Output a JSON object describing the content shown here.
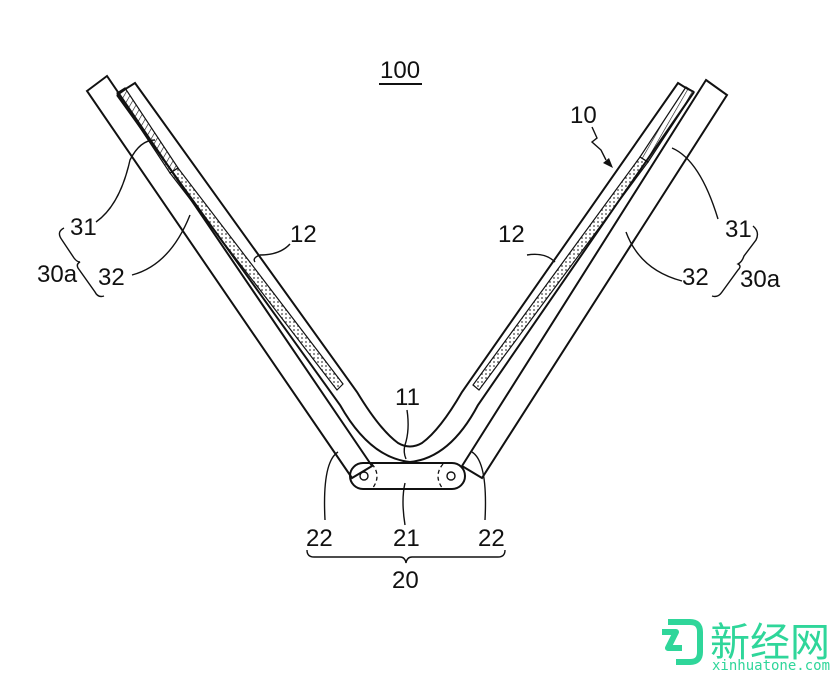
{
  "figure": {
    "title_ref": "100",
    "description": "Patent drawing of a foldable display device in folded (V) state"
  },
  "labels": {
    "device": "100",
    "display": "10",
    "bend_portion": "11",
    "flat_portion_left": "12",
    "flat_portion_right": "12",
    "hinge": "20",
    "hinge_link": "21",
    "housing_left": "22",
    "housing_right": "22",
    "support_layer_left": "31",
    "support_layer_right": "31",
    "adhesive_left": "32",
    "adhesive_right": "32",
    "support_group_left": "30a",
    "support_group_right": "30a"
  },
  "watermark": {
    "brand": "新经网",
    "domain": "xinhuatone.com",
    "color": "#2fd69a"
  },
  "colors": {
    "line": "#111111",
    "background": "#ffffff"
  }
}
